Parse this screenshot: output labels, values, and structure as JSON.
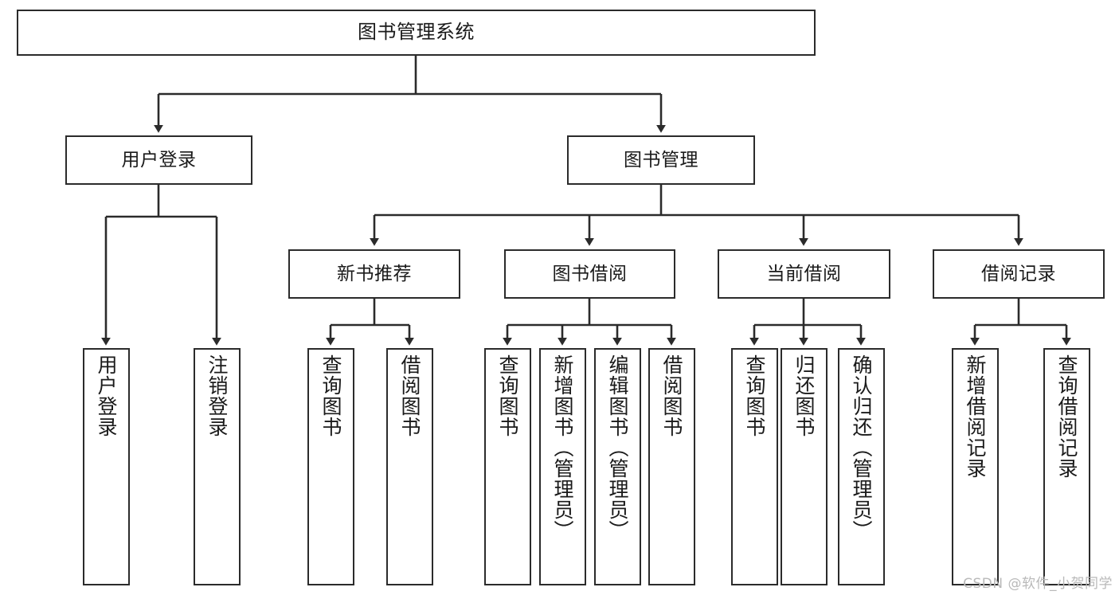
{
  "diagram": {
    "title": "图书管理系统",
    "type": "hierarchy-tree",
    "edge_color": "#2b2b2b",
    "box_border_color": "#2b2b2b",
    "box_fill": "#ffffff",
    "text_color": "#1a1a1a",
    "levels": {
      "root": [
        "图书管理系统"
      ],
      "level2": [
        "用户登录",
        "图书管理"
      ],
      "level3": [
        "新书推荐",
        "图书借阅",
        "当前借阅",
        "借阅记录"
      ],
      "leaves": [
        "用户登录",
        "注销登录",
        "查询图书",
        "借阅图书",
        "查询图书",
        "新增图书（管理员）",
        "编辑图书（管理员）",
        "借阅图书",
        "查询图书",
        "归还图书",
        "确认归还（管理员）",
        "新增借阅记录",
        "查询借阅记录"
      ]
    },
    "nodes": {
      "root": "图书管理系统",
      "user_login": "用户登录",
      "book_manage": "图书管理",
      "new_book_rec": "新书推荐",
      "book_borrow": "图书借阅",
      "current_borrow": "当前借阅",
      "borrow_record": "借阅记录",
      "leaf_user_login": "用户登录",
      "leaf_logout": "注销登录",
      "leaf_query_book_a": "查询图书",
      "leaf_borrow_book_a": "借阅图书",
      "leaf_query_book_b": "查询图书",
      "leaf_add_book": "新增图书（管理员）",
      "leaf_edit_book": "编辑图书（管理员）",
      "leaf_borrow_book_b": "借阅图书",
      "leaf_query_book_c": "查询图书",
      "leaf_return_book": "归还图书",
      "leaf_confirm_return": "确认归还（管理员）",
      "leaf_add_record": "新增借阅记录",
      "leaf_query_record": "查询借阅记录"
    }
  },
  "watermark": {
    "text": "CSDN @软件_小贺同学"
  }
}
